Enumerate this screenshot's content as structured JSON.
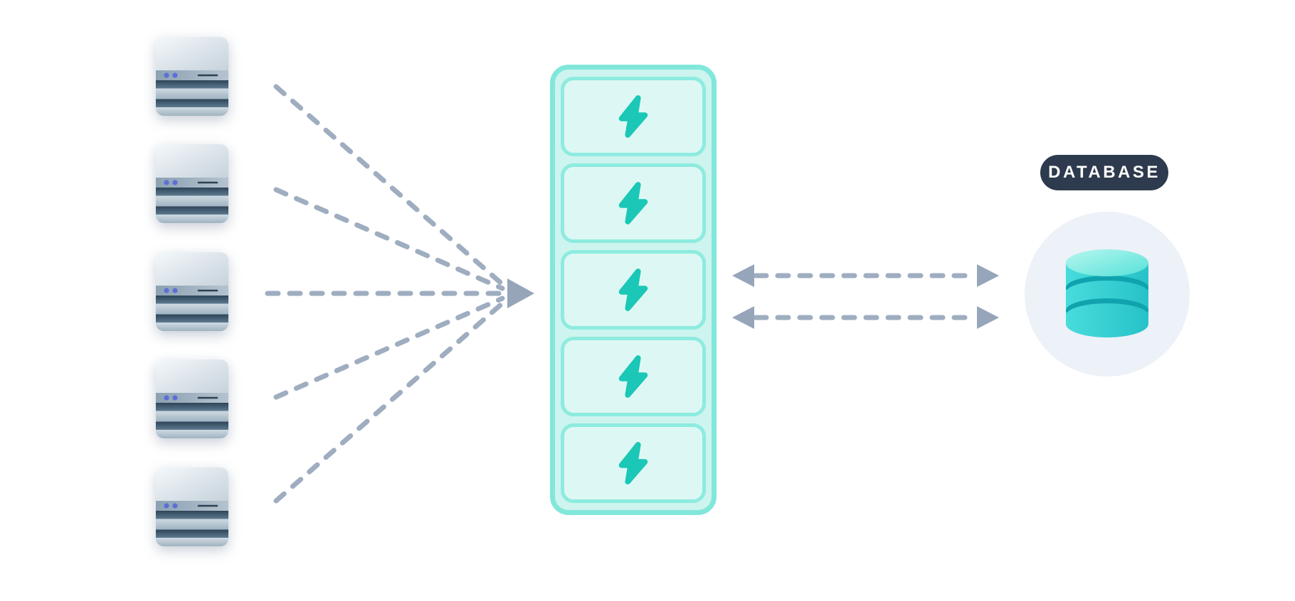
{
  "diagram": {
    "database_label": "DATABASE",
    "clients": {
      "count": 5,
      "icon": "server-icon"
    },
    "processor": {
      "cell_count": 5,
      "cell_icon": "lightning-bolt-icon"
    },
    "links": {
      "fan_in": {
        "count": 5,
        "style": "dashed",
        "arrow": "single-right"
      },
      "database": {
        "count": 2,
        "style": "dashed",
        "arrow": "double-headed"
      }
    },
    "colors": {
      "dash": "#9fadc0",
      "arrowhead": "#96a5b9",
      "container_border": "#82e7db",
      "container_fill": "#cdf4ee",
      "cell_border": "#8debdf",
      "cell_fill": "#ddf8f4",
      "bolt": "#1bc7b6",
      "badge_bg": "#2e3a4d",
      "badge_text": "#ffffff",
      "circle_bg": "#edf1f8",
      "cylinder_teal": "#2fc9cd",
      "server_dark_stripe": "#2e4458",
      "server_light_stripe": "#cfdae2",
      "server_led": "#5b6fd9"
    }
  }
}
